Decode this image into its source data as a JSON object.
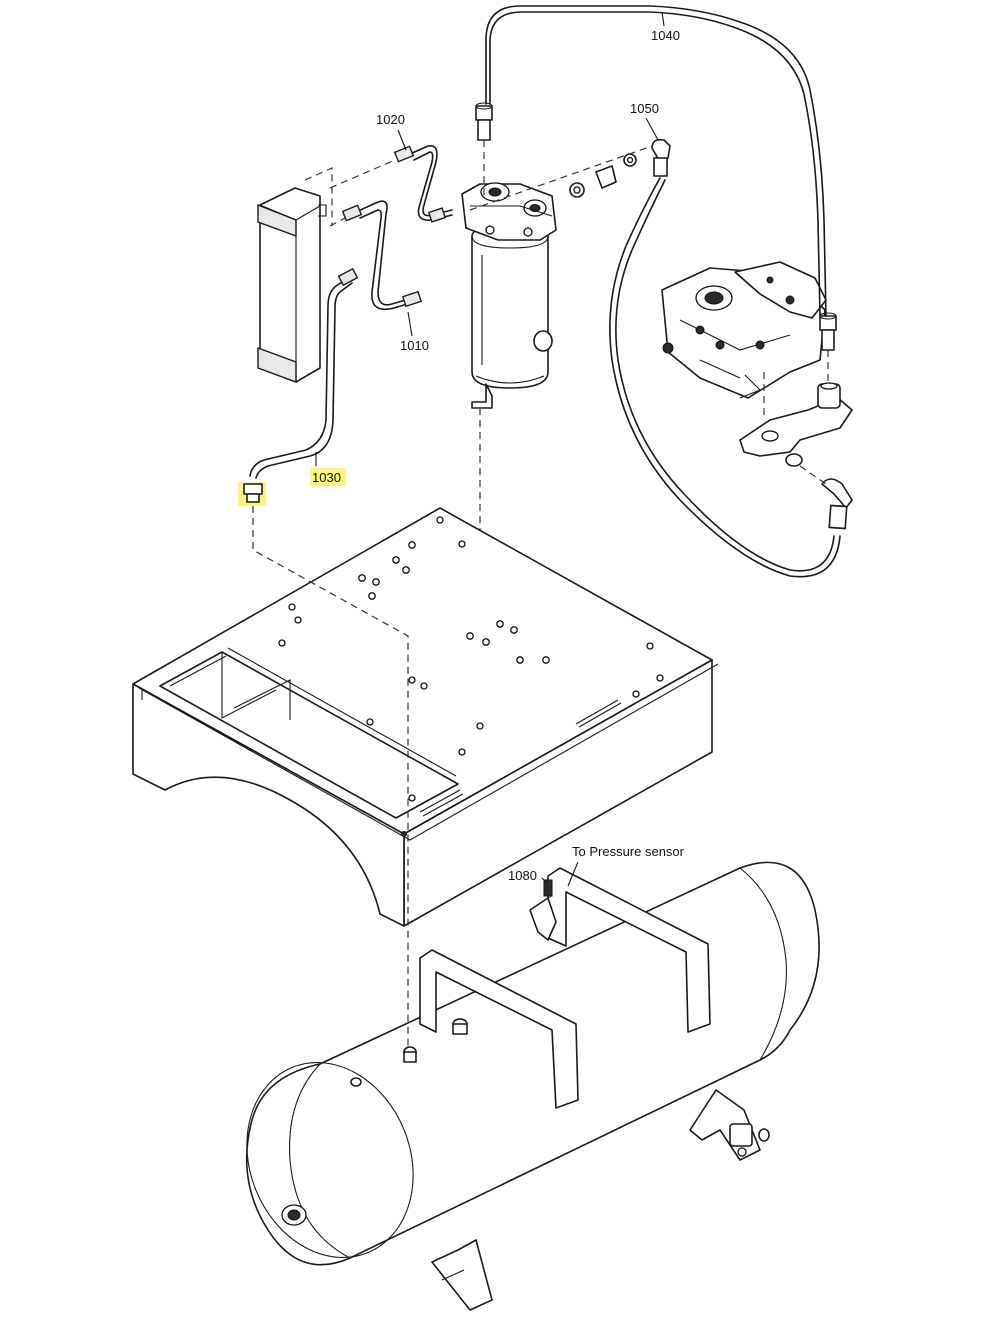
{
  "callouts": {
    "c1020": "1020",
    "c1010": "1010",
    "c1030": "1030",
    "c1040": "1040",
    "c1050": "1050",
    "c1080": "1080",
    "pressure_sensor": "To Pressure sensor"
  },
  "highlight_color": "#fff36b"
}
